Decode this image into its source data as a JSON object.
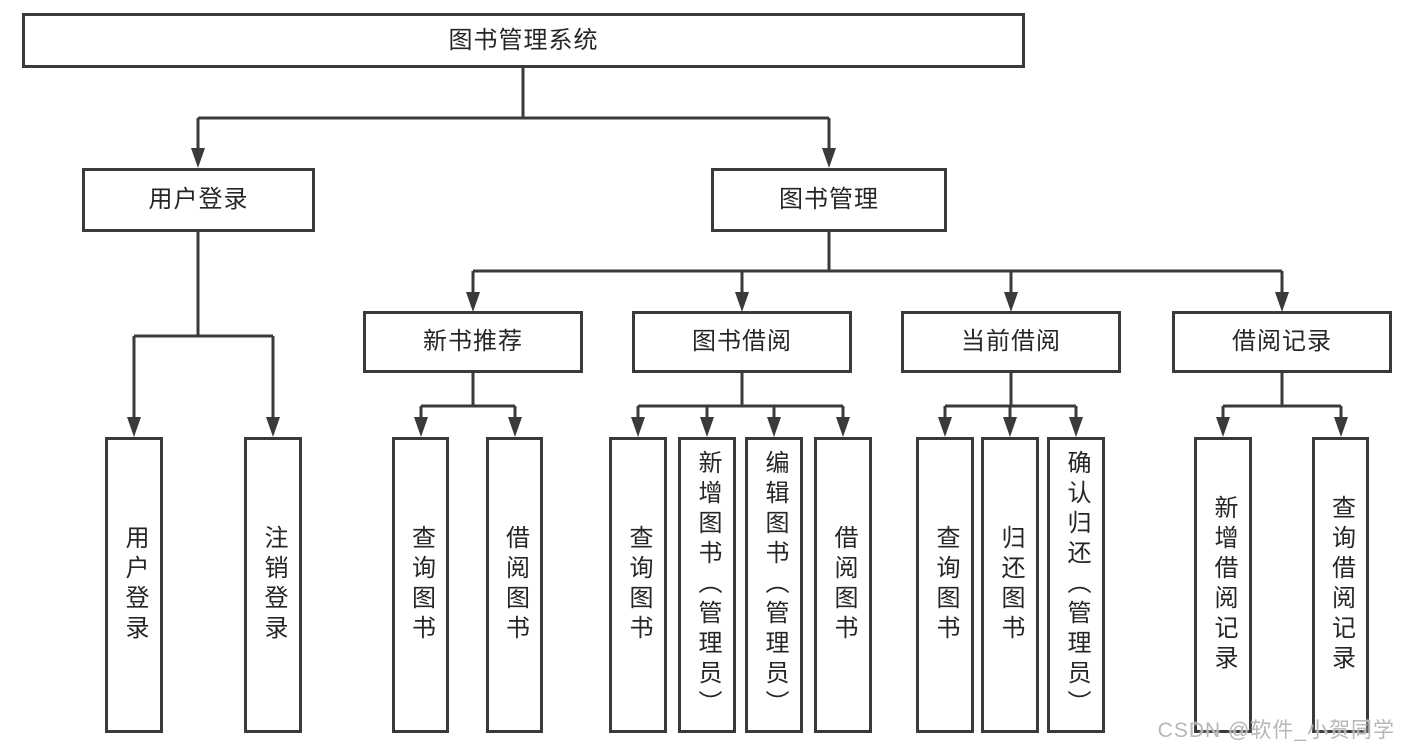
{
  "colors": {
    "line": "#3a3a3a",
    "box_border": "#3a3a3a",
    "text": "#262626",
    "background": "#ffffff",
    "watermark": "#b5b7bb"
  },
  "watermark": {
    "text": "CSDN @软件_小贺同学"
  },
  "tree": {
    "root": {
      "label": "图书管理系统"
    },
    "branches": [
      {
        "label": "用户登录",
        "children": [
          {
            "label": "用户登录"
          },
          {
            "label": "注销登录"
          }
        ]
      },
      {
        "label": "图书管理",
        "children": [
          {
            "label": "新书推荐",
            "children": [
              {
                "label": "查询图书"
              },
              {
                "label": "借阅图书"
              }
            ]
          },
          {
            "label": "图书借阅",
            "children": [
              {
                "label": "查询图书"
              },
              {
                "label": "新增图书（管理员）"
              },
              {
                "label": "编辑图书（管理员）"
              },
              {
                "label": "借阅图书"
              }
            ]
          },
          {
            "label": "当前借阅",
            "children": [
              {
                "label": "查询图书"
              },
              {
                "label": "归还图书"
              },
              {
                "label": "确认归还（管理员）"
              }
            ]
          },
          {
            "label": "借阅记录",
            "children": [
              {
                "label": "新增借阅记录"
              },
              {
                "label": "查询借阅记录"
              }
            ]
          }
        ]
      }
    ]
  }
}
